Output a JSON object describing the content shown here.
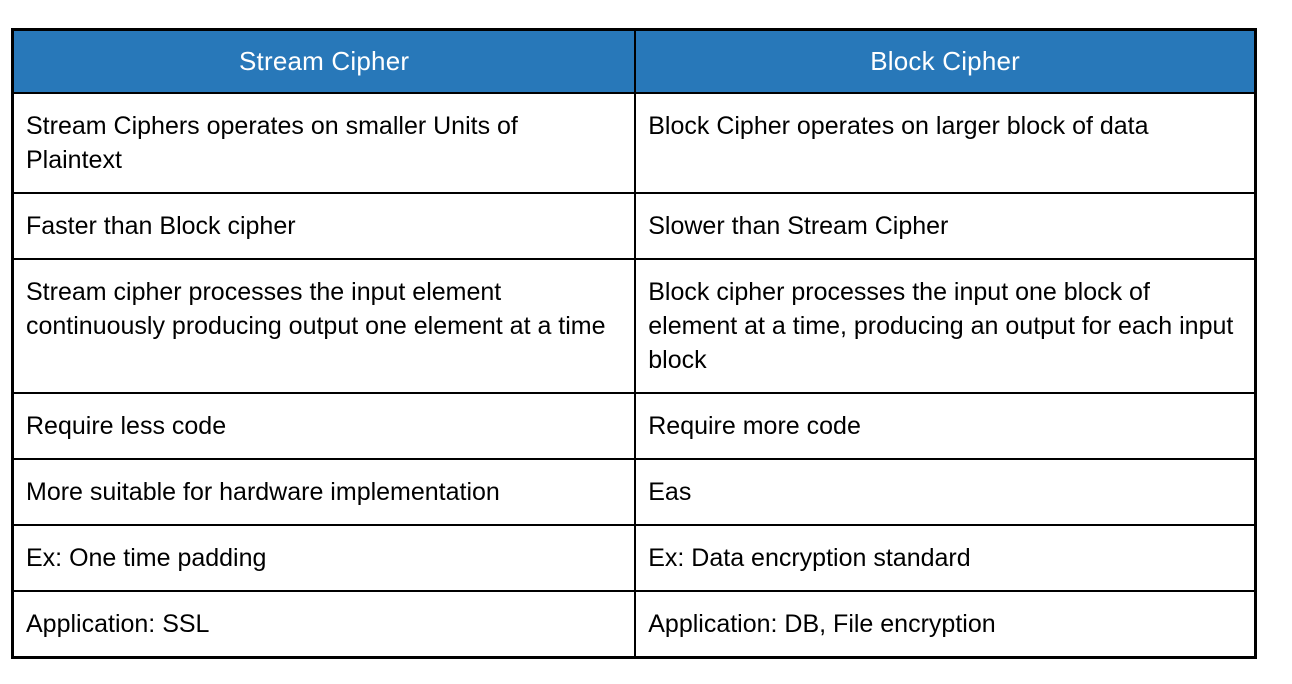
{
  "colors": {
    "header_bg": "#2878b9",
    "header_text": "#ffffff",
    "border": "#000000",
    "body_text": "#000000",
    "page_bg": "#ffffff"
  },
  "table": {
    "columns": [
      "Stream Cipher",
      "Block Cipher"
    ],
    "rows": [
      [
        "Stream Ciphers operates on smaller Units of Plaintext",
        "Block Cipher operates on larger block of data"
      ],
      [
        "Faster than Block cipher",
        "Slower than Stream Cipher"
      ],
      [
        "Stream cipher processes the input element continuously producing output one element at a time",
        "Block cipher processes the input one block of element at a time, producing an output for each input block"
      ],
      [
        "Require less code",
        "Require more code"
      ],
      [
        "More suitable for hardware implementation",
        "Eas"
      ],
      [
        "Ex: One time padding",
        "Ex: Data encryption standard"
      ],
      [
        "Application: SSL",
        "Application: DB, File encryption"
      ]
    ]
  }
}
